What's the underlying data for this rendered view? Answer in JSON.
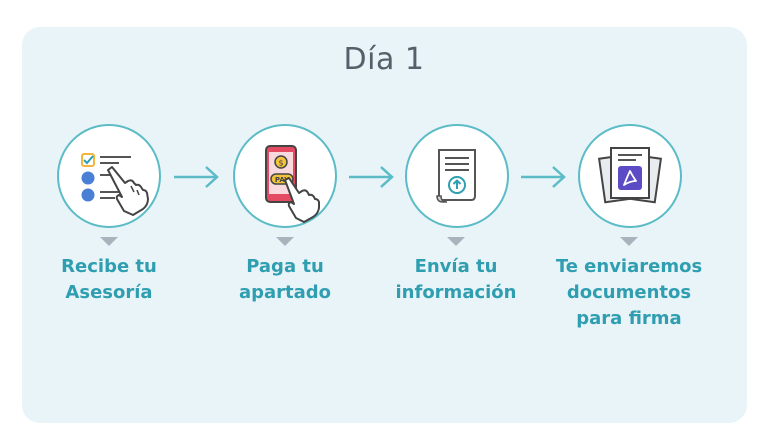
{
  "title": "Día 1",
  "steps": [
    {
      "icon": "checklist-hand-icon",
      "label_lines": [
        "Recibe tu",
        "Asesoría"
      ]
    },
    {
      "icon": "phone-pay-icon",
      "label_lines": [
        "Paga tu",
        "apartado"
      ]
    },
    {
      "icon": "document-upload-icon",
      "label_lines": [
        "Envía tu",
        "información"
      ]
    },
    {
      "icon": "pdf-documents-icon",
      "label_lines": [
        "Te enviaremos",
        "documentos",
        "para firma"
      ]
    }
  ],
  "phone_icon_text": "PAY",
  "colors": {
    "accent": "#2f9eb1",
    "circle_border": "#5bbcc7",
    "background": "#e8f4f8",
    "title": "#55606a",
    "pdf_badge": "#5b4bc4"
  }
}
